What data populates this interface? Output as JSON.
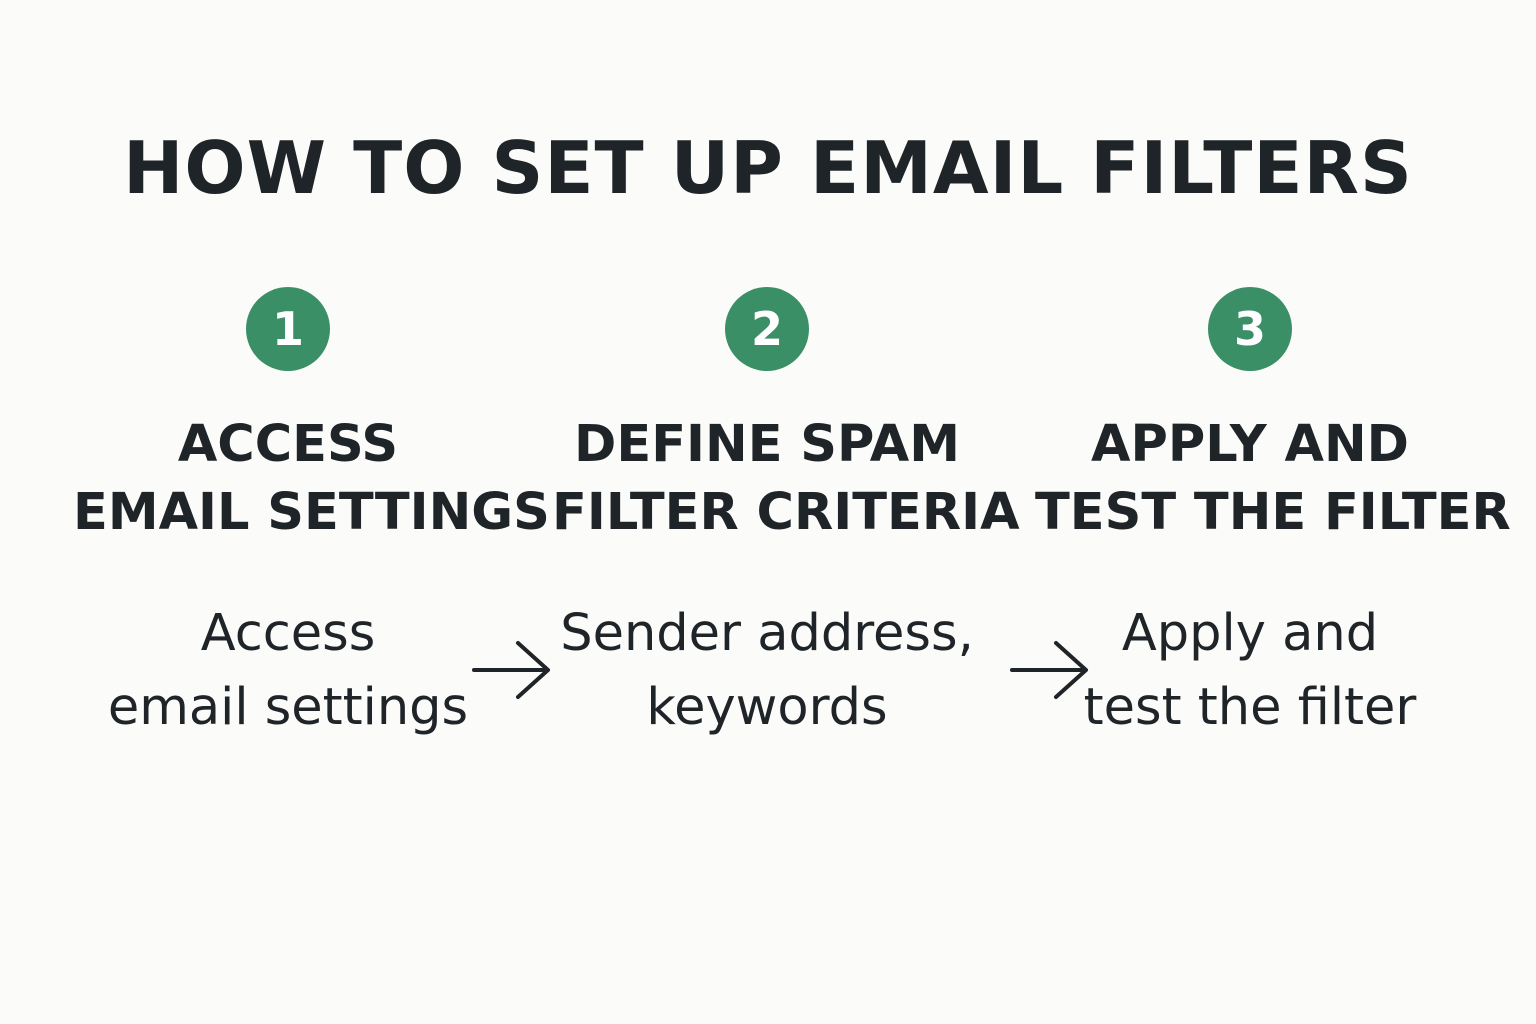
{
  "title": "HOW TO SET UP EMAIL FILTERS",
  "colors": {
    "background": "#fbfbf9",
    "text": "#1f2428",
    "accent": "#3a8f67"
  },
  "steps": [
    {
      "number": "1",
      "title_lines": [
        "ACCESS",
        "EMAIL SETTINGS"
      ],
      "description_lines": [
        "Access",
        "email settings"
      ]
    },
    {
      "number": "2",
      "title_lines": [
        "DEFINE SPAM",
        "FILTER CRITERIA"
      ],
      "description_lines": [
        "Sender address,",
        "keywords"
      ]
    },
    {
      "number": "3",
      "title_lines": [
        "APPLY AND",
        "TEST THE FILTER"
      ],
      "description_lines": [
        "Apply and",
        "test the filter"
      ]
    }
  ],
  "arrows": [
    {
      "icon": "right-arrow-icon"
    },
    {
      "icon": "right-arrow-icon"
    }
  ]
}
